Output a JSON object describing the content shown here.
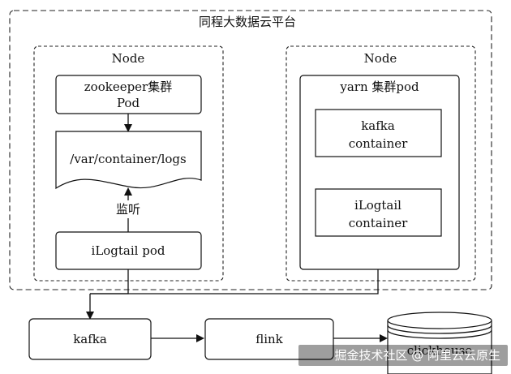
{
  "platform": {
    "title": "同程大数据云平台"
  },
  "left_node": {
    "title": "Node",
    "zookeeper": {
      "line1": "zookeeper集群",
      "line2": "Pod"
    },
    "logs": {
      "label": "/var/container/logs"
    },
    "listen_label": "监听",
    "ilogtail_pod": {
      "label": "iLogtail pod"
    }
  },
  "right_node": {
    "title": "Node",
    "yarn": {
      "label": "yarn 集群pod"
    },
    "kafka_container": {
      "line1": "kafka",
      "line2": "container"
    },
    "ilogtail_container": {
      "line1": "iLogtail",
      "line2": "container"
    }
  },
  "pipeline": {
    "kafka": "kafka",
    "flink": "flink",
    "clickhouse": "clickhouse"
  },
  "watermark": {
    "text": "掘金技术社区 @ 阿里云云原生"
  }
}
